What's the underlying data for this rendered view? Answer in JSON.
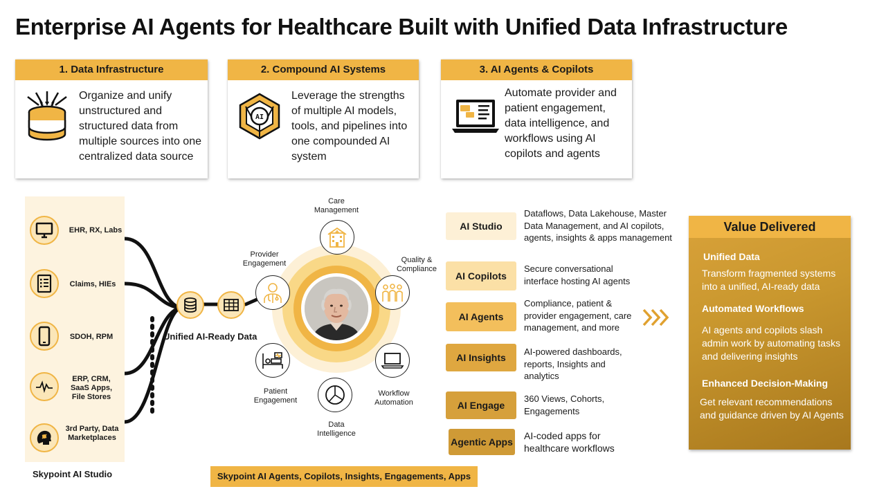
{
  "title": "Enterprise AI Agents for Healthcare Built with Unified Data Infrastructure",
  "cards": [
    {
      "header": "1. Data Infrastructure",
      "text": "Organize and unify unstructured and structured data from multiple sources into one centralized data source",
      "icon": "database-icon"
    },
    {
      "header": "2. Compound AI Systems",
      "text": "Leverage the strengths of multiple AI models, tools, and pipelines into one compounded AI system",
      "icon": "ai-hexagon-icon",
      "icon_text": "AI"
    },
    {
      "header": "3. AI Agents & Copilots",
      "text": "Automate provider and patient engagement, data intelligence, and workflows using AI copilots and agents",
      "icon": "laptop-chat-icon"
    }
  ],
  "sources": {
    "items": [
      {
        "label": "EHR, RX, Labs",
        "icon": "monitor-icon"
      },
      {
        "label": "Claims, HIEs",
        "icon": "document-list-icon"
      },
      {
        "label": "SDOH, RPM",
        "icon": "smartphone-icon"
      },
      {
        "label": "ERP, CRM, SaaS Apps, File Stores",
        "icon": "waveform-icon"
      },
      {
        "label": "3rd Party, Data Marketplaces",
        "icon": "head-brain-icon"
      }
    ],
    "caption": "Skypoint AI Studio"
  },
  "unified": {
    "label": "Unified AI-Ready Data"
  },
  "wheel": {
    "items": [
      {
        "label": "Care Management",
        "icon": "hospital-icon"
      },
      {
        "label": "Quality & Compliance",
        "icon": "group-icon"
      },
      {
        "label": "Workflow Automation",
        "icon": "laptop-icon"
      },
      {
        "label": "Data Intelligence",
        "icon": "pie-chart-icon"
      },
      {
        "label": "Patient Engagement",
        "icon": "patient-bed-icon"
      },
      {
        "label": "Provider Engagement",
        "icon": "doctor-icon"
      }
    ]
  },
  "capabilities": [
    {
      "name": "AI Studio",
      "desc": "Dataflows, Data Lakehouse, Master Data Management, and AI copilots, agents, insights & apps management",
      "color": "#fdf0d6"
    },
    {
      "name": "AI Copilots",
      "desc": "Secure conversational interface hosting AI agents",
      "color": "#fbe0a6"
    },
    {
      "name": "AI Agents",
      "desc": "Compliance, patient & provider engagement, care management, and more",
      "color": "#f3bf5c"
    },
    {
      "name": "AI Insights",
      "desc": "AI-powered dashboards, reports, Insights and analytics",
      "color": "#dfa740"
    },
    {
      "name": "AI Engage",
      "desc": "360 Views, Cohorts, Engagements",
      "color": "#d6a03b"
    },
    {
      "name": "Agentic Apps",
      "desc": "AI-coded apps for healthcare workflows",
      "color": "#cf9a36"
    }
  ],
  "value": {
    "header": "Value Delivered",
    "items": [
      {
        "heading": "Unified Data",
        "text": "Transform fragmented systems into a unified, AI-ready data"
      },
      {
        "heading": "Automated Workflows",
        "text": "AI agents and copilots slash admin work by automating tasks and delivering insights"
      },
      {
        "heading": "Enhanced Decision-Making",
        "text": "Get relevant recommendations and guidance driven by AI Agents"
      }
    ]
  },
  "bottom_bar": "Skypoint AI Agents, Copilots, Insights, Engagements, Apps",
  "colors": {
    "accent": "#f0b545",
    "accent_light": "#fbe6b8",
    "value_gradient": "#c9972e"
  }
}
